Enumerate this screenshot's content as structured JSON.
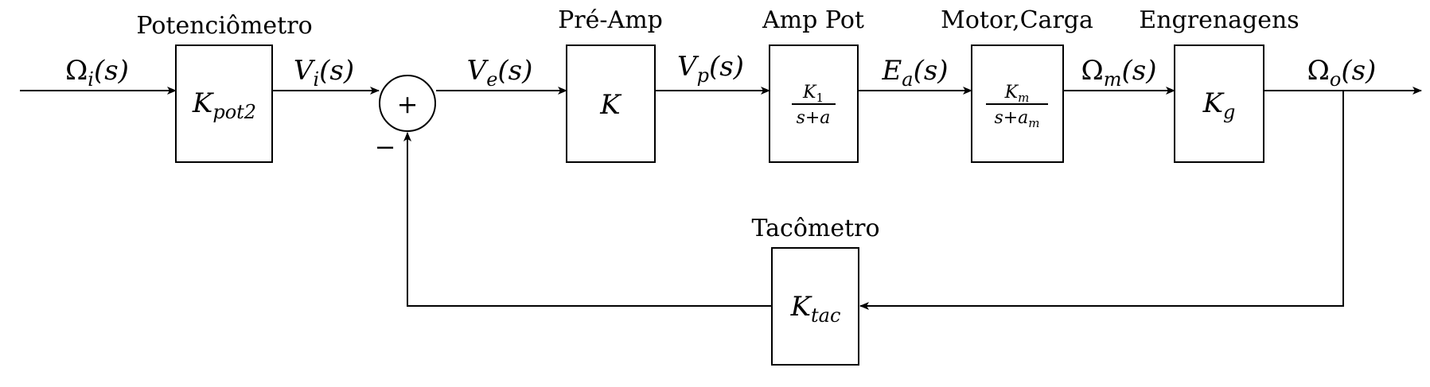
{
  "blocks": {
    "potentiometer": {
      "title": "Potenciômetro",
      "gain_main": "K",
      "gain_sub": "pot2"
    },
    "preamp": {
      "title": "Pré-Amp",
      "gain": "K"
    },
    "power_amp": {
      "title": "Amp Pot",
      "num_main": "K",
      "num_sub": "1",
      "den": "s+a"
    },
    "motor_load": {
      "title": "Motor,Carga",
      "num_main": "K",
      "num_sub": "m",
      "den_main": "s+a",
      "den_sub": "m"
    },
    "gears": {
      "title": "Engrenagens",
      "gain_main": "K",
      "gain_sub": "g"
    },
    "tachometer": {
      "title": "Tacômetro",
      "gain_main": "K",
      "gain_sub": "tac"
    }
  },
  "summing_junction": {
    "plus": "+",
    "minus": "−"
  },
  "signals": {
    "omega_i": {
      "main": "Ω",
      "sub": "i",
      "arg": "(s)"
    },
    "v_i": {
      "main": "V",
      "sub": "i",
      "arg": "(s)"
    },
    "v_e": {
      "main": "V",
      "sub": "e",
      "arg": "(s)"
    },
    "v_p": {
      "main": "V",
      "sub": "p",
      "arg": "(s)"
    },
    "e_a": {
      "main": "E",
      "sub": "a",
      "arg": "(s)"
    },
    "omega_m": {
      "main": "Ω",
      "sub": "m",
      "arg": "(s)"
    },
    "omega_o": {
      "main": "Ω",
      "sub": "o",
      "arg": "(s)"
    }
  }
}
